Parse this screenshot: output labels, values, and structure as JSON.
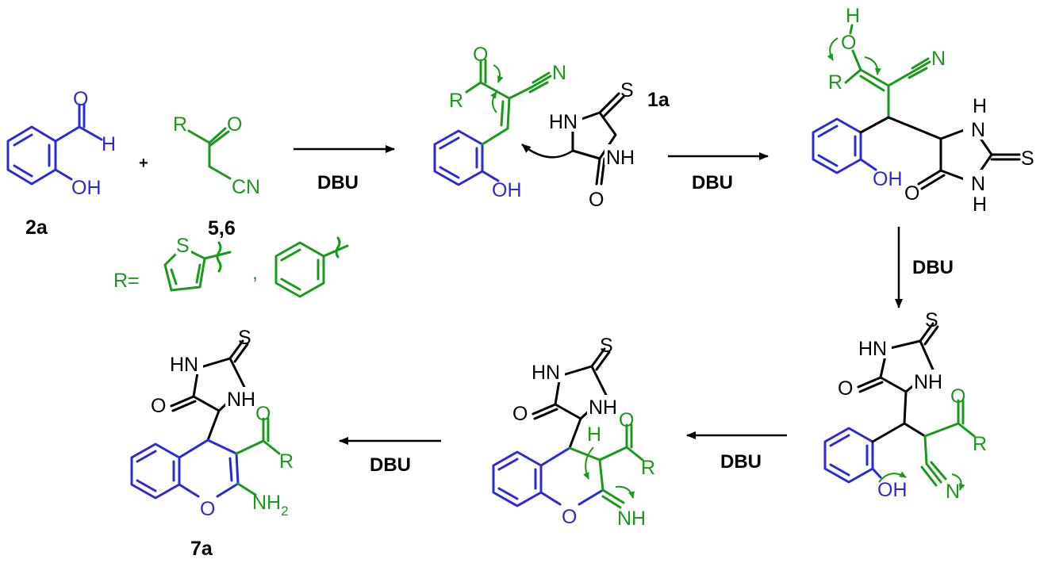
{
  "colors": {
    "blue": "#2b2bd6",
    "green": "#1a9a1a",
    "black": "#000000"
  },
  "compounds": {
    "c2a": "2a",
    "c56": "5,6",
    "c1a": "1a",
    "c7a": "7a"
  },
  "reagents": {
    "a1": "DBU",
    "a2": "DBU",
    "a3": "DBU",
    "a4": "DBU",
    "a5": "DBU"
  },
  "substituents": {
    "r_def": "R=",
    "comma": ",",
    "plus": "+"
  },
  "atoms": {
    "O": "O",
    "H": "H",
    "OH": "OH",
    "R": "R",
    "CN": "CN",
    "N": "N",
    "S": "S",
    "HN": "HN",
    "NH": "NH",
    "NH2": "NH",
    "sub2": "2"
  }
}
